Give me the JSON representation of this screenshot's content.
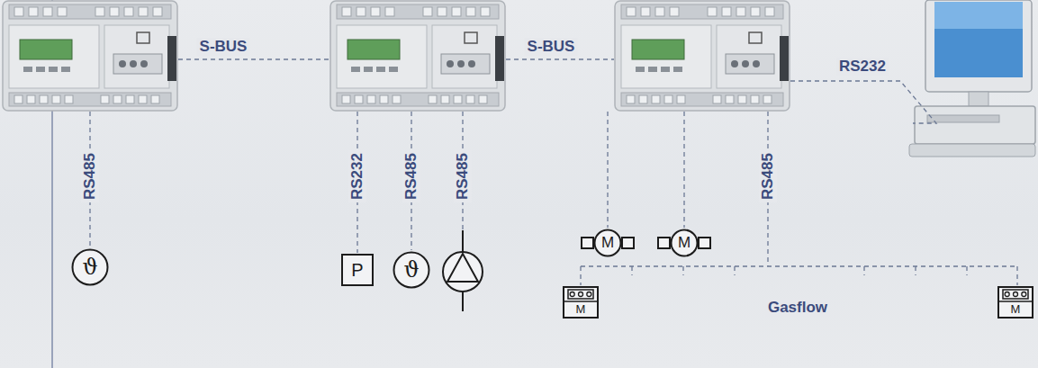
{
  "diagram": {
    "nodes": [
      {
        "text": [
          "ϑ"
        ]
      },
      {
        "text": [
          "P"
        ]
      },
      {
        "text": [
          "ϑ"
        ]
      },
      {
        "text": [
          "M"
        ]
      },
      {
        "text": [
          "M"
        ]
      },
      {
        "text": [
          "M"
        ]
      },
      {
        "text": [
          "M"
        ]
      }
    ],
    "labels": [
      "S-BUS",
      "S-BUS",
      "RS232",
      "RS485",
      "RS232",
      "RS485",
      "RS485",
      "RS485",
      "Gasflow"
    ]
  }
}
